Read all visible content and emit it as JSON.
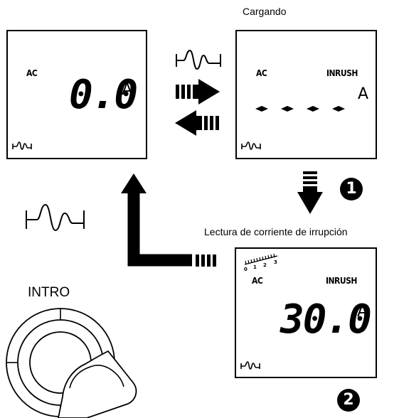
{
  "captions": {
    "loading": "Cargando",
    "inrush_reading": "Lectura de corriente de irrupción",
    "button": "INTRO"
  },
  "panel_idle": {
    "mode": "AC",
    "reading": "0.0",
    "unit": "A"
  },
  "panel_loading": {
    "mode": "AC",
    "tag": "INRUSH",
    "unit": "A",
    "dashes": "- - - -"
  },
  "panel_result": {
    "mode": "AC",
    "tag": "INRUSH",
    "reading": "30.0",
    "unit": "A",
    "scale_labels": [
      "0",
      "1",
      "2",
      "3"
    ]
  },
  "steps": [
    "1",
    "2"
  ],
  "icons": [
    "waveform-icon",
    "arrow-right-icon",
    "arrow-left-icon",
    "arrow-down-icon",
    "arrow-up-icon",
    "rotary-dial-icon"
  ]
}
